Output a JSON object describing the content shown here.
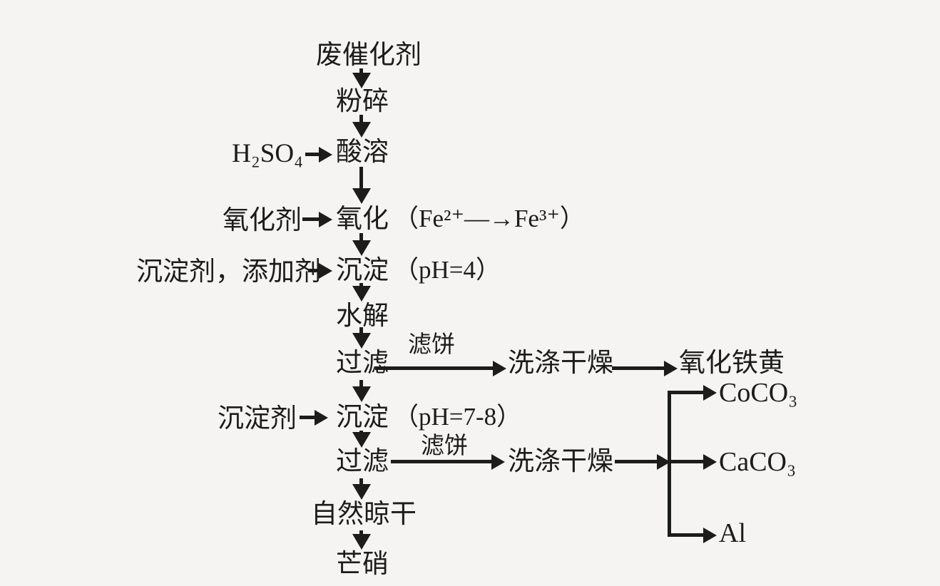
{
  "colors": {
    "background": "#f5f4f2",
    "ink": "#1c1c1c"
  },
  "flowchart": {
    "nodes": {
      "waste_catalyst": "废催化剂",
      "crush": "粉碎",
      "acid_dissolution": "酸溶",
      "oxidation": "氧化",
      "oxidation_note": "（Fe²⁺—→Fe³⁺）",
      "precipitation_1": "沉淀",
      "precipitation_1_note": "（pH=4）",
      "hydrolysis": "水解",
      "filtration_1": "过滤",
      "precipitation_2": "沉淀",
      "precipitation_2_note": "（pH=7-8）",
      "filtration_2": "过滤",
      "natural_air_dry": "自然晾干",
      "mirabilite": "芒硝"
    },
    "inputs": {
      "sulfuric_acid": "H₂SO₄",
      "oxidant": "氧化剂",
      "precipitant_additive": "沉淀剂，添加剂",
      "precipitant": "沉淀剂"
    },
    "branch_1": {
      "edge_label": "滤饼",
      "wash_dry": "洗涤干燥",
      "product": "氧化铁黄"
    },
    "branch_2": {
      "edge_label": "滤饼",
      "wash_dry": "洗涤干燥",
      "products": [
        "CoCO₃",
        "CaCO₃",
        "Al"
      ]
    }
  }
}
